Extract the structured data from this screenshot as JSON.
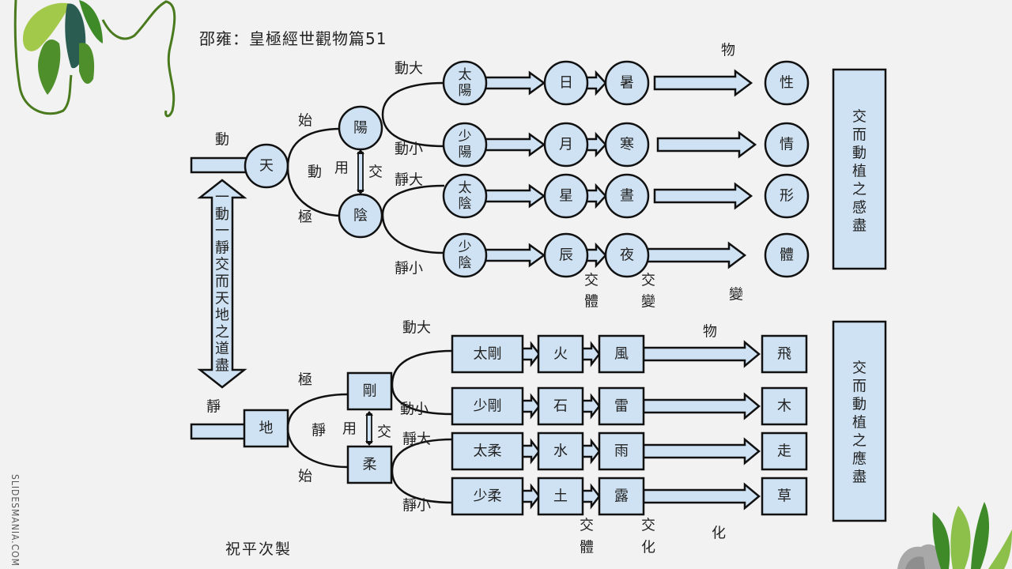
{
  "title": "邵雍：皇極經世觀物篇51",
  "credit": "祝平次製",
  "brand": "SLIDESMANIA.COM",
  "colors": {
    "node_fill": "#cfe2f3",
    "stroke": "#111111",
    "background": "#f2f2f2"
  },
  "heaven": {
    "root_label": "動",
    "root": "天",
    "upper_branch_label": "始",
    "lower_branch_label": "極",
    "inner_label_1": "動",
    "inner_label_2": "用",
    "exchange_label": "交",
    "upper": "陽",
    "lower": "陰",
    "branch_labels": [
      "動大",
      "動小",
      "靜大",
      "靜小"
    ],
    "rows": [
      {
        "source": "太陽",
        "body": "日",
        "change": "暑",
        "result": "性"
      },
      {
        "source": "少陽",
        "body": "月",
        "change": "寒",
        "result": "情"
      },
      {
        "source": "太陰",
        "body": "星",
        "change": "晝",
        "result": "形"
      },
      {
        "source": "少陰",
        "body": "辰",
        "change": "夜",
        "result": "體"
      }
    ],
    "top_label": "物",
    "bottom_labels": {
      "col1_a": "交",
      "col1_b": "體",
      "col2_a": "交",
      "col2_b": "變",
      "col3": "變"
    },
    "side_box": "交而動植之感盡"
  },
  "earth": {
    "root_label": "靜",
    "root": "地",
    "upper_branch_label": "極",
    "lower_branch_label": "始",
    "inner_label_1": "靜",
    "inner_label_2": "用",
    "exchange_label": "交",
    "upper": "剛",
    "lower": "柔",
    "branch_labels": [
      "動大",
      "動小",
      "靜大",
      "靜小"
    ],
    "rows": [
      {
        "source": "太剛",
        "body": "火",
        "change": "風",
        "result": "飛"
      },
      {
        "source": "少剛",
        "body": "石",
        "change": "雷",
        "result": "木"
      },
      {
        "source": "太柔",
        "body": "水",
        "change": "雨",
        "result": "走"
      },
      {
        "source": "少柔",
        "body": "土",
        "change": "露",
        "result": "草"
      }
    ],
    "top_label": "物",
    "bottom_labels": {
      "col1_a": "交",
      "col1_b": "體",
      "col2_a": "交",
      "col2_b": "化",
      "col3": "化"
    },
    "side_box": "交而動植之應盡"
  },
  "center_arrow_text": "一動一靜交而天地之道盡"
}
